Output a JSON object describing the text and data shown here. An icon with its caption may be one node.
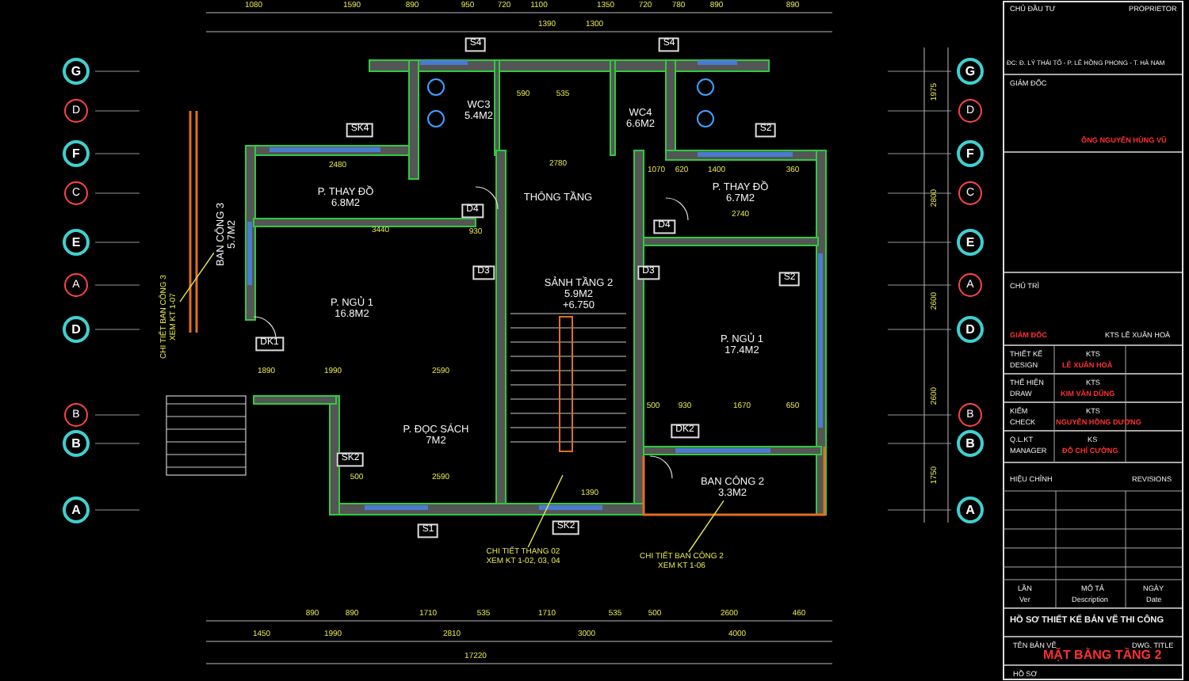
{
  "diagram": {
    "nodes": [
      {
        "text": [
          "WC3",
          "5.4M2"
        ]
      },
      {
        "text": [
          "WC4",
          "6.6M2"
        ]
      },
      {
        "text": [
          "P. THAY ĐỒ",
          "6.8M2"
        ]
      },
      {
        "text": [
          "THÔNG TẦNG"
        ]
      },
      {
        "text": [
          "P. THAY ĐỒ",
          "6.7M2"
        ]
      },
      {
        "text": [
          "BAN CÔNG 3",
          "5.7M2"
        ]
      },
      {
        "text": [
          "SẢNH TẦNG 2",
          "5.9M2",
          "+6.750"
        ]
      },
      {
        "text": [
          "P. NGỦ 1",
          "16.8M2"
        ]
      },
      {
        "text": [
          "P. NGỦ 1",
          "17.4M2"
        ]
      },
      {
        "text": [
          "P. ĐỌC SÁCH",
          "7M2"
        ]
      },
      {
        "text": [
          "BAN CÔNG 2",
          "3.3M2"
        ]
      },
      {
        "text": [
          "S4"
        ]
      },
      {
        "text": [
          "S4"
        ]
      },
      {
        "text": [
          "SK4"
        ]
      },
      {
        "text": [
          "S2"
        ]
      },
      {
        "text": [
          "D4"
        ]
      },
      {
        "text": [
          "D4"
        ]
      },
      {
        "text": [
          "D3"
        ]
      },
      {
        "text": [
          "D3"
        ]
      },
      {
        "text": [
          "S2"
        ]
      },
      {
        "text": [
          "DK1"
        ]
      },
      {
        "text": [
          "DK2"
        ]
      },
      {
        "text": [
          "SK2"
        ]
      },
      {
        "text": [
          "SK2"
        ]
      },
      {
        "text": [
          "S1"
        ]
      },
      {
        "text": [
          "G"
        ]
      },
      {
        "text": [
          "D"
        ]
      },
      {
        "text": [
          "F"
        ]
      },
      {
        "text": [
          "C"
        ]
      },
      {
        "text": [
          "E"
        ]
      },
      {
        "text": [
          "A"
        ]
      },
      {
        "text": [
          "D"
        ]
      },
      {
        "text": [
          "B"
        ]
      },
      {
        "text": [
          "B"
        ]
      },
      {
        "text": [
          "A"
        ]
      },
      {
        "text": [
          "G"
        ]
      },
      {
        "text": [
          "D"
        ]
      },
      {
        "text": [
          "F"
        ]
      },
      {
        "text": [
          "C"
        ]
      },
      {
        "text": [
          "E"
        ]
      },
      {
        "text": [
          "A"
        ]
      },
      {
        "text": [
          "D"
        ]
      },
      {
        "text": [
          "B"
        ]
      },
      {
        "text": [
          "B"
        ]
      },
      {
        "text": [
          "A"
        ]
      },
      {
        "text": [
          "CHI TIẾT BAN CÔNG 3",
          "XEM KT 1-07"
        ]
      },
      {
        "text": [
          "CHI TIẾT THANG 02",
          "XEM KT 1-02, 03, 04"
        ]
      },
      {
        "text": [
          "CHI TIẾT BAN CÔNG 2",
          "XEM KT 1-06"
        ]
      }
    ],
    "edges": [
      {
        "from": 45,
        "to": 5,
        "arrow": "none"
      },
      {
        "from": 46,
        "to": null,
        "arrow": "none"
      },
      {
        "from": 47,
        "to": 10,
        "arrow": "none"
      }
    ],
    "labels": [
      "CHỦ ĐẦU TƯ",
      "PROPRIETOR",
      "ĐC: Đ. LÝ THÁI TỔ - P. LÊ HỒNG PHONG - T. HÀ NAM",
      "GIÁM ĐỐC",
      "ÔNG NGUYỄN HÙNG VŨ",
      "CHỦ TRÌ",
      "GIÁM ĐỐC",
      "KTS LÊ XUÂN HOÀ",
      "THIẾT KẾ",
      "DESIGN",
      "KTS",
      "LÊ XUÂN HOÀ",
      "THỂ HIỆN",
      "DRAW",
      "KTS",
      "KIM VĂN DŨNG",
      "KIỂM",
      "CHECK",
      "KTS",
      "NGUYỄN HỒNG DƯƠNG",
      "Q.L.KT",
      "MANAGER",
      "KS",
      "ĐỖ CHÍ CƯỜNG",
      "HIỆU CHỈNH",
      "REVISIONS",
      "LẦN",
      "Ver",
      "MÔ TẢ",
      "Description",
      "NGÀY",
      "Date",
      "HỒ SƠ THIẾT KẾ BẢN VẼ THI CÔNG",
      "TÊN BẢN VẼ",
      "DWG. TITLE",
      "MẶT BẰNG TẦNG 2",
      "HỒ SƠ",
      "1080",
      "1590",
      "890",
      "950",
      "720",
      "1100",
      "1350",
      "720",
      "780",
      "890",
      "890",
      "1390",
      "1300",
      "2480",
      "3440",
      "930",
      "590",
      "535",
      "2780",
      "1070",
      "620",
      "1400",
      "360",
      "2740",
      "1890",
      "1990",
      "2590",
      "500",
      "2590",
      "1390",
      "500",
      "930",
      "1670",
      "650",
      "1975",
      "2800",
      "2600",
      "2600",
      "1750",
      "890",
      "890",
      "1710",
      "535",
      "1710",
      "535",
      "500",
      "2600",
      "460",
      "1450",
      "1990",
      "2810",
      "3000",
      "4000",
      "17220"
    ]
  }
}
